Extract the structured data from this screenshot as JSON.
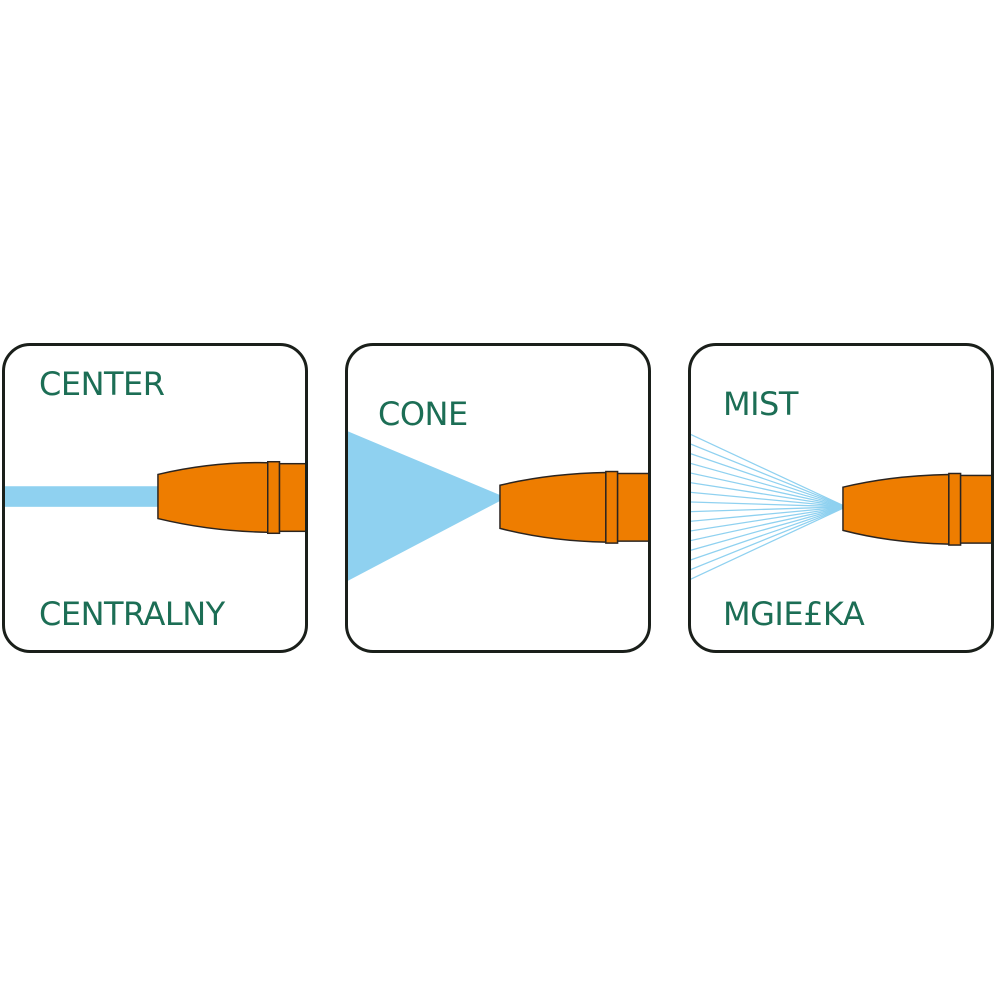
{
  "panels": [
    {
      "mode": "center",
      "title": "CENTER",
      "subtitle": "CENTRALNY"
    },
    {
      "mode": "cone",
      "title": "CONE"
    },
    {
      "mode": "mist",
      "title": "MIST",
      "subtitle": "MGIE£KA"
    }
  ],
  "colors": {
    "text": "#1c6e55",
    "border": "#1a1f1a",
    "nozzle": "#ee7d00",
    "nozzle_outline": "#2a2420",
    "water": "#8fd1f0",
    "mist_lines": "#8fd1f0"
  },
  "icons": [
    "spray-nozzle-icon",
    "water-jet-icon",
    "water-cone-icon",
    "mist-spray-icon"
  ]
}
